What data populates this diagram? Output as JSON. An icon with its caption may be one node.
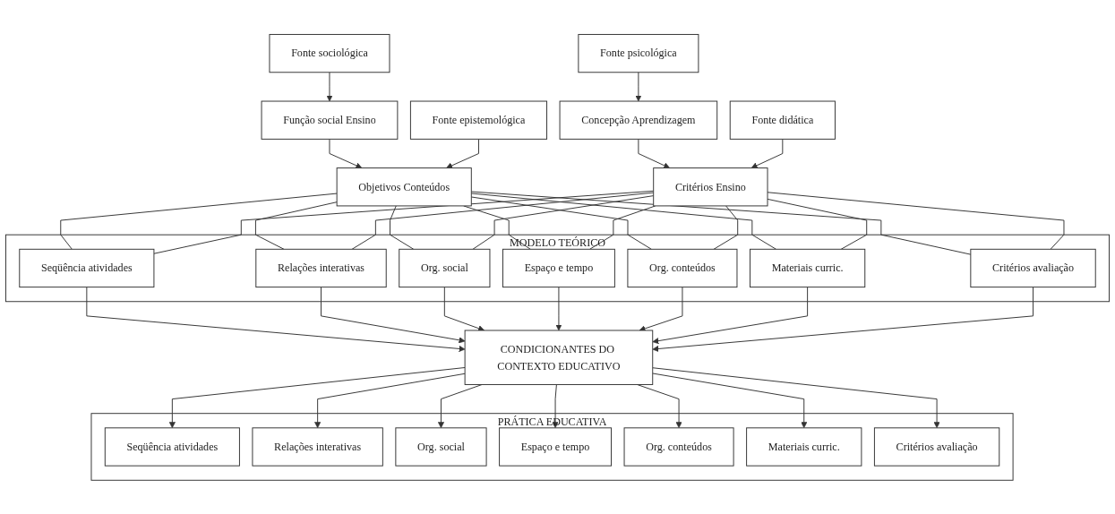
{
  "diagram": {
    "nodes": [
      {
        "text": [
          "Fonte sociológica"
        ]
      },
      {
        "text": [
          "Função social Ensino"
        ]
      },
      {
        "text": [
          "Concepção Aprendizagem"
        ]
      },
      {
        "text": [
          "Fonte psicológica"
        ]
      },
      {
        "text": [
          "Fonte epistemológica"
        ]
      },
      {
        "text": [
          "Objetivos Conteúdos"
        ]
      },
      {
        "text": [
          "Critérios Ensino"
        ]
      },
      {
        "text": [
          "Fonte didática"
        ]
      },
      {
        "text": [
          "MODELO TEÓRICO"
        ]
      },
      {
        "text": [
          "Seqüência atividades"
        ],
        "in": 8
      },
      {
        "text": [
          "Relações interativas"
        ],
        "in": 8
      },
      {
        "text": [
          "Org. social"
        ],
        "in": 8
      },
      {
        "text": [
          "Espaço e tempo"
        ],
        "in": 8
      },
      {
        "text": [
          "Org. conteúdos"
        ],
        "in": 8
      },
      {
        "text": [
          "Materiais curric."
        ],
        "in": 8
      },
      {
        "text": [
          "Critérios avaliação"
        ],
        "in": 8
      },
      {
        "text": [
          "CONDICIONANTES DO CONTEXTO EDUCATIVO"
        ]
      },
      {
        "text": [
          "PRÁTICA EDUCATIVA"
        ]
      },
      {
        "text": [
          "Seqüência atividades"
        ],
        "in": 17
      },
      {
        "text": [
          "Relações interativas"
        ],
        "in": 17
      },
      {
        "text": [
          "Org. social"
        ],
        "in": 17
      },
      {
        "text": [
          "Espaço e tempo"
        ],
        "in": 17
      },
      {
        "text": [
          "Org. conteúdos"
        ],
        "in": 17
      },
      {
        "text": [
          "Materiais curric."
        ],
        "in": 17
      },
      {
        "text": [
          "Critérios avaliação"
        ],
        "in": 17
      }
    ],
    "edges": [
      {
        "from": 0,
        "to": 1,
        "arrow": "to"
      },
      {
        "from": 3,
        "to": 2,
        "arrow": "to"
      },
      {
        "from": 1,
        "to": 5,
        "arrow": "to"
      },
      {
        "from": 2,
        "to": 6,
        "arrow": "to"
      },
      {
        "from": 4,
        "to": 5,
        "arrow": "to"
      },
      {
        "from": 7,
        "to": 6,
        "arrow": "to"
      },
      {
        "from": 5,
        "to": 9,
        "arrow": "none"
      },
      {
        "from": 5,
        "to": 10,
        "arrow": "none"
      },
      {
        "from": 5,
        "to": 11,
        "arrow": "none"
      },
      {
        "from": 5,
        "to": 12,
        "arrow": "none"
      },
      {
        "from": 5,
        "to": 13,
        "arrow": "none"
      },
      {
        "from": 5,
        "to": 14,
        "arrow": "none"
      },
      {
        "from": 5,
        "to": 15,
        "arrow": "none"
      },
      {
        "from": 6,
        "to": 9,
        "arrow": "none"
      },
      {
        "from": 6,
        "to": 10,
        "arrow": "none"
      },
      {
        "from": 6,
        "to": 11,
        "arrow": "none"
      },
      {
        "from": 6,
        "to": 12,
        "arrow": "none"
      },
      {
        "from": 6,
        "to": 13,
        "arrow": "none"
      },
      {
        "from": 6,
        "to": 14,
        "arrow": "none"
      },
      {
        "from": 6,
        "to": 15,
        "arrow": "none"
      },
      {
        "from": 9,
        "to": 16,
        "arrow": "to"
      },
      {
        "from": 10,
        "to": 16,
        "arrow": "to"
      },
      {
        "from": 11,
        "to": 16,
        "arrow": "to"
      },
      {
        "from": 12,
        "to": 16,
        "arrow": "to"
      },
      {
        "from": 13,
        "to": 16,
        "arrow": "to"
      },
      {
        "from": 14,
        "to": 16,
        "arrow": "to"
      },
      {
        "from": 15,
        "to": 16,
        "arrow": "to"
      },
      {
        "from": 16,
        "to": 18,
        "arrow": "to"
      },
      {
        "from": 16,
        "to": 19,
        "arrow": "to"
      },
      {
        "from": 16,
        "to": 20,
        "arrow": "to"
      },
      {
        "from": 16,
        "to": 21,
        "arrow": "to"
      },
      {
        "from": 16,
        "to": 22,
        "arrow": "to"
      },
      {
        "from": 16,
        "to": 23,
        "arrow": "to"
      },
      {
        "from": 16,
        "to": 24,
        "arrow": "to"
      }
    ]
  }
}
